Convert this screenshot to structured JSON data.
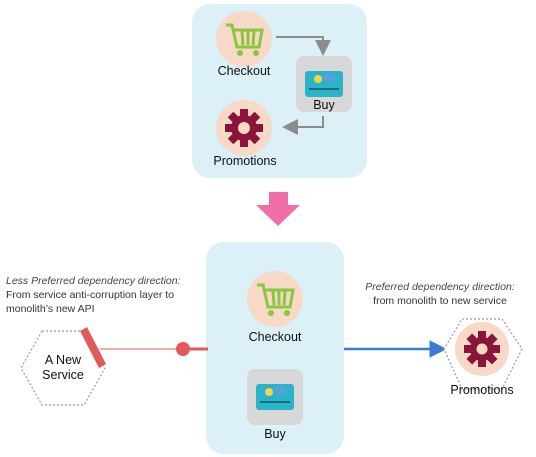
{
  "top_group": {
    "checkout_label": "Checkout",
    "buy_label": "Buy",
    "promotions_label": "Promotions"
  },
  "bottom_group": {
    "checkout_label": "Checkout",
    "buy_label": "Buy"
  },
  "external": {
    "new_service_label": "A New\nService",
    "promotions_label": "Promotions"
  },
  "notes": {
    "less_preferred_title": "Less Preferred dependency direction:",
    "less_preferred_body_1": "From service anti-corruption layer to",
    "less_preferred_body_2": "monolith’s new API",
    "preferred_title": "Preferred dependency direction:",
    "preferred_body": "from monolith to new service"
  },
  "colors": {
    "group_bg": "#dcf0f8",
    "icon_circle": "#f8d9c8",
    "cart_green": "#8cc63f",
    "gear_maroon": "#8b1538",
    "down_arrow_pink": "#f06daa",
    "acl_red": "#e05a5a",
    "preferred_blue": "#3a7bd5",
    "grey_arrow": "#8c8c8c"
  },
  "icons": [
    "shopping-cart-icon",
    "credit-card-icon",
    "gear-icon",
    "down-arrow-icon"
  ]
}
